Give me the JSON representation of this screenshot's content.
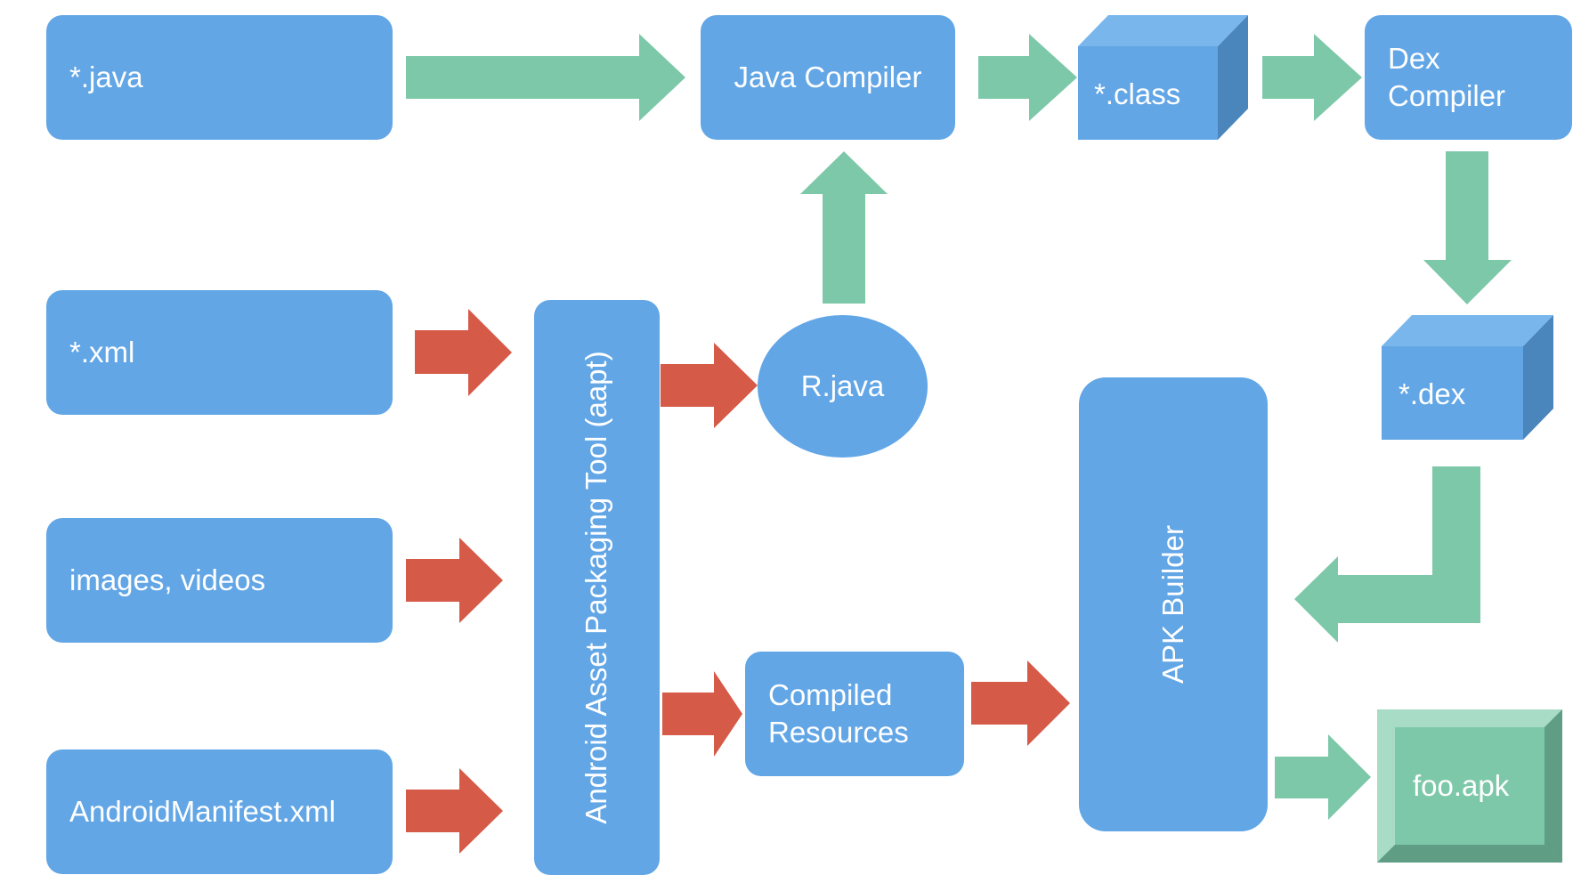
{
  "colors": {
    "node": "#62a6e6",
    "cube_top": "#78b6ec",
    "cube_side": "#4a85bb",
    "green_arrow": "#7ec8aa",
    "red_arrow": "#d55a48",
    "apk_face": "#7ec8aa",
    "apk_bevel_light": "#a8dcc6",
    "apk_bevel_dark": "#5f9e84"
  },
  "nodes": {
    "java": "*.java",
    "xml": "*.xml",
    "media": "images, videos",
    "manifest": "AndroidManifest.xml",
    "aapt": "Android Asset Packaging Tool (aapt)",
    "rjava": "R.java",
    "java_compiler": "Java Compiler",
    "class": "*.class",
    "dex_compiler": "Dex\nCompiler",
    "dex": "*.dex",
    "compiled_resources": "Compiled\nResources",
    "apk_builder": "APK Builder",
    "apk": "foo.apk"
  }
}
